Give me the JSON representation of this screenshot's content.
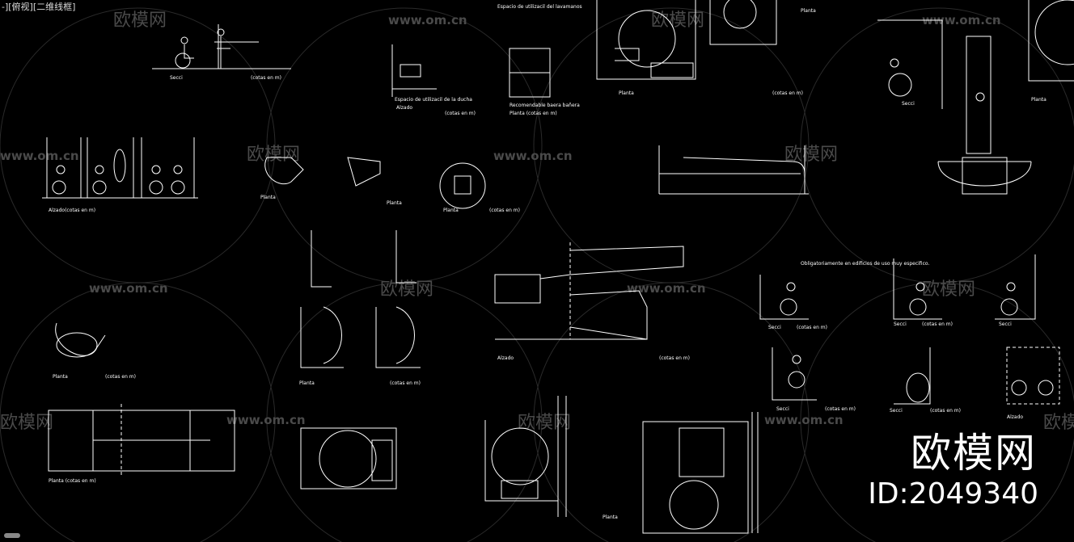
{
  "viewport": {
    "label": "-][俯视][二维线框]"
  },
  "watermark": {
    "brand_cn": "欧模网",
    "url": "www.om.cn",
    "id_text": "ID:2049340"
  },
  "drawing_labels": {
    "seccion": "Secci",
    "planta": "Planta",
    "alzado": "Alzado",
    "alzado_cotas": "Alzado(cotas en m)",
    "planta_cotas": "Planta  (cotas en m)",
    "cotas": "(cotas en m)",
    "lavamanos": "Espacio de utilizacil del lavamanos",
    "ducha": "Espacio de utilizacil de la ducha",
    "banera": "Recomendable baera bañera",
    "planta_cotas2": "Planta (cotas en m)",
    "edificios": "Obligatoriamente en edificios de uso muy especifico."
  },
  "colors": {
    "background": "#000000",
    "line": "#ffffff",
    "watermark": "#4a4a4a"
  }
}
